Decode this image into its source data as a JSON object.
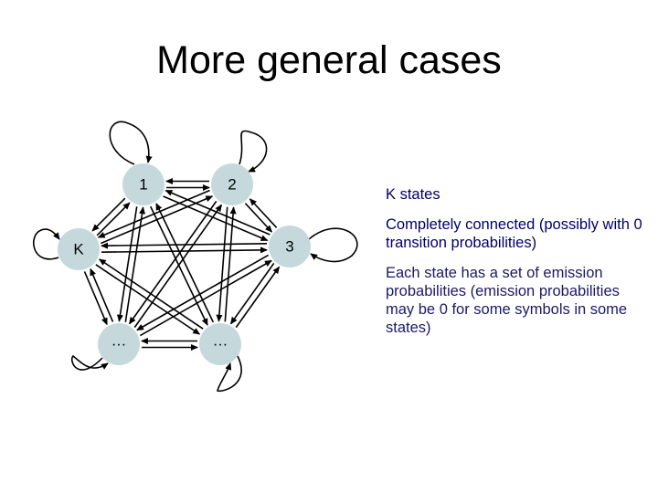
{
  "slide": {
    "title": "More general cases"
  },
  "diagram": {
    "node_fill": "#c5d9dc",
    "edge_color": "#000000",
    "nodes": [
      {
        "id": "n1",
        "label": "1"
      },
      {
        "id": "n2",
        "label": "2"
      },
      {
        "id": "n3",
        "label": "3"
      },
      {
        "id": "nK",
        "label": "K"
      },
      {
        "id": "nd1",
        "label": "…"
      },
      {
        "id": "nd2",
        "label": "…"
      }
    ]
  },
  "notes": [
    {
      "text": "K states"
    },
    {
      "text": "Completely connected (possibly with 0 transition probabilities)"
    },
    {
      "text": "Each state has a set of emission probabilities (emission probabilities may be 0 for some symbols in some states)"
    }
  ]
}
